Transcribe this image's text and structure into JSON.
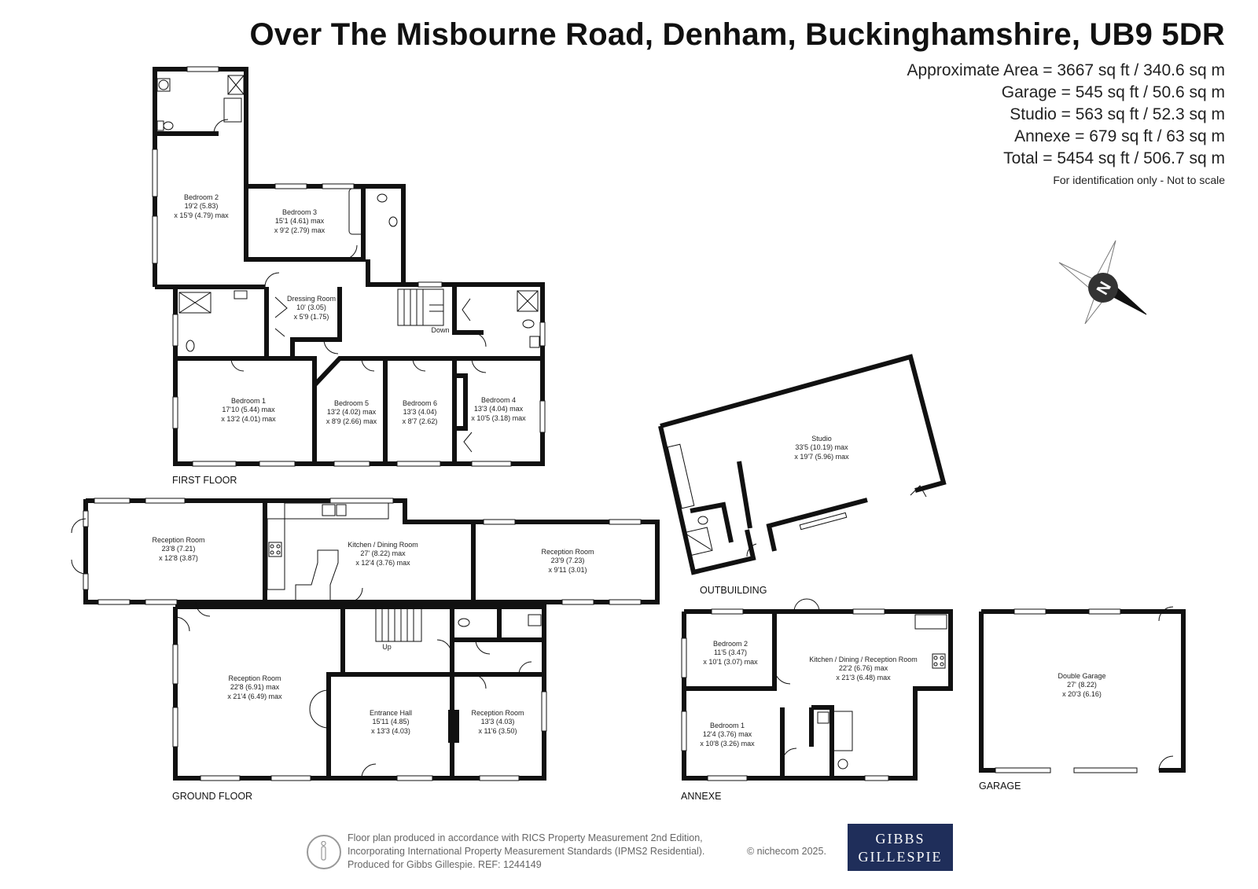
{
  "title": "Over The Misbourne Road, Denham, Buckinghamshire, UB9 5DR",
  "areas": [
    "Approximate Area = 3667 sq ft / 340.6 sq m",
    "Garage = 545 sq ft / 50.6 sq m",
    "Studio = 563 sq ft / 52.3 sq m",
    "Annexe = 679 sq ft / 63 sq m",
    "Total = 5454 sq ft / 506.7 sq m"
  ],
  "identification": "For identification only - Not to scale",
  "compass_letter": "N",
  "floors": {
    "first": "FIRST FLOOR",
    "ground": "GROUND FLOOR",
    "outbuilding": "OUTBUILDING",
    "annexe": "ANNEXE",
    "garage": "GARAGE"
  },
  "rooms": {
    "bedroom2": [
      "Bedroom 2",
      "19'2 (5.83)",
      "x 15'9 (4.79) max"
    ],
    "bedroom3": [
      "Bedroom 3",
      "15'1 (4.61) max",
      "x 9'2 (2.79) max"
    ],
    "dressing": [
      "Dressing Room",
      "10' (3.05)",
      "x 5'9 (1.75)"
    ],
    "bedroom1": [
      "Bedroom 1",
      "17'10 (5.44) max",
      "x 13'2 (4.01) max"
    ],
    "bedroom5": [
      "Bedroom 5",
      "13'2 (4.02) max",
      "x 8'9 (2.66) max"
    ],
    "bedroom6": [
      "Bedroom 6",
      "13'3 (4.04)",
      "x 8'7 (2.62)"
    ],
    "bedroom4": [
      "Bedroom 4",
      "13'3 (4.04) max",
      "x 10'5 (3.18) max"
    ],
    "reception_left": [
      "Reception Room",
      "23'8 (7.21)",
      "x 12'8 (3.87)"
    ],
    "kitchen": [
      "Kitchen / Dining Room",
      "27' (8.22) max",
      "x 12'4 (3.76) max"
    ],
    "reception_right": [
      "Reception Room",
      "23'9 (7.23)",
      "x 9'11 (3.01)"
    ],
    "reception_big": [
      "Reception Room",
      "22'8 (6.91) max",
      "x 21'4 (6.49) max"
    ],
    "entrance": [
      "Entrance Hall",
      "15'11 (4.85)",
      "x 13'3 (4.03)"
    ],
    "reception_small": [
      "Reception Room",
      "13'3 (4.03)",
      "x 11'6 (3.50)"
    ],
    "studio": [
      "Studio",
      "33'5 (10.19) max",
      "x 19'7 (5.96) max"
    ],
    "annexe_bed2": [
      "Bedroom 2",
      "11'5 (3.47)",
      "x 10'1 (3.07) max"
    ],
    "annexe_bed1": [
      "Bedroom 1",
      "12'4 (3.76) max",
      "x 10'8 (3.26) max"
    ],
    "annexe_kitchen": [
      "Kitchen / Dining / Reception Room",
      "22'2 (6.76) max",
      "x 21'3 (6.48) max"
    ],
    "garage": [
      "Double Garage",
      "27' (8.22)",
      "x 20'3 (6.16)"
    ]
  },
  "stairs": {
    "down": "Down",
    "up": "Up"
  },
  "footer": {
    "lines": [
      "Floor plan produced in accordance with RICS Property Measurement 2nd Edition,",
      "Incorporating International Property Measurement Standards (IPMS2 Residential).",
      "Produced for Gibbs Gillespie.   REF:  1244149"
    ],
    "copyright": "© nichecom 2025."
  },
  "logo": {
    "line1": "GIBBS",
    "line2": "GILLESPIE"
  },
  "colors": {
    "wall": "#111111",
    "logo_bg": "#1f2e5a",
    "footer_text": "#666666"
  }
}
